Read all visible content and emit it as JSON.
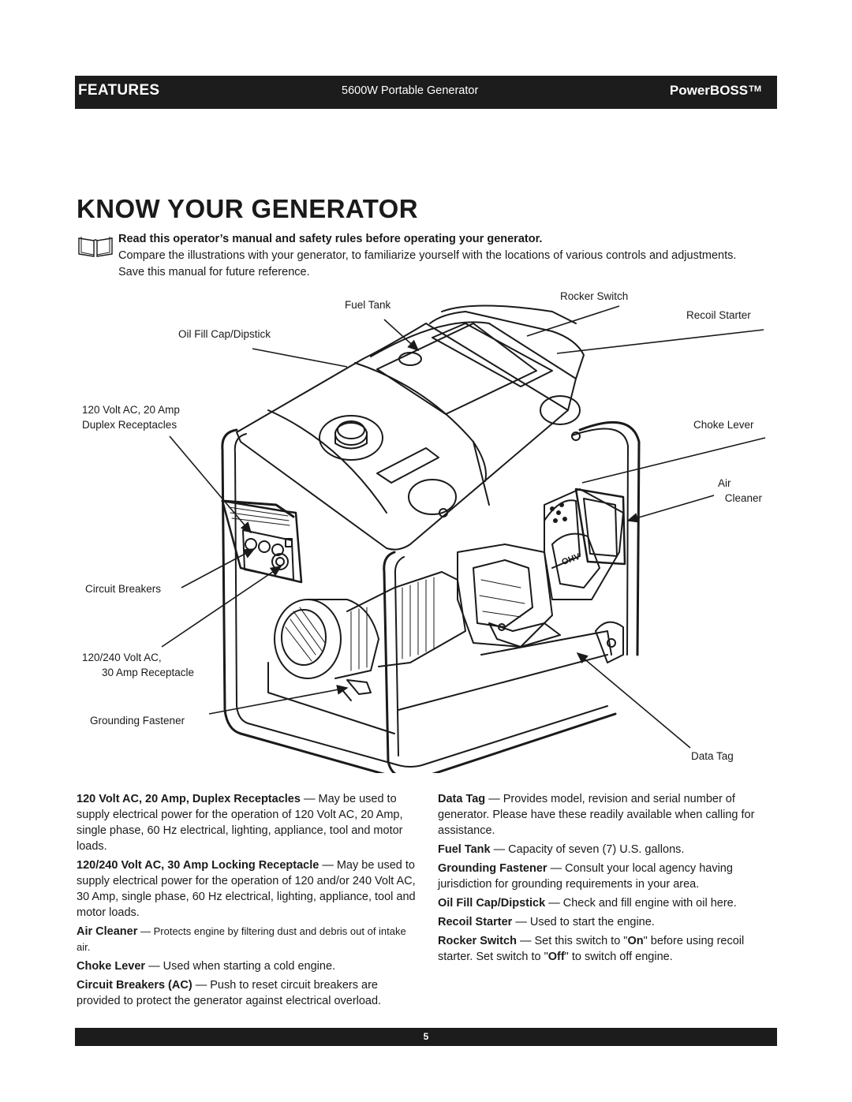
{
  "header": {
    "section": "FEATURES",
    "product": "5600W Portable Generator",
    "brand": "PowerBOSS",
    "trademark": "TM"
  },
  "title": "KNOW YOUR GENERATOR",
  "intro": {
    "bold": "Read this operator’s manual and safety rules before operating your generator.",
    "text": "Compare the illustrations with your generator, to familiarize yourself with the locations of various controls and adjustments. Save this manual for future reference."
  },
  "callouts": {
    "fuel_tank": "Fuel Tank",
    "rocker_switch": "Rocker Switch",
    "recoil_starter": "Recoil Starter",
    "oil_fill": "Oil Fill Cap/Dipstick",
    "duplex_line1": "120 Volt AC, 20 Amp",
    "duplex_line2": "Duplex Receptacles",
    "choke_lever": "Choke Lever",
    "air_line1": "Air",
    "air_line2": "Cleaner",
    "circuit_breakers": "Circuit Breakers",
    "receptacle_line1": "120/240 Volt AC,",
    "receptacle_line2": "30 Amp Receptacle",
    "grounding_fastener": "Grounding Fastener",
    "data_tag": "Data Tag"
  },
  "descriptions_left": [
    {
      "term": "120 Volt AC, 20 Amp, Duplex Receptacles",
      "text": " — May be used to supply electrical power for the operation of 120 Volt AC, 20 Amp, single phase, 60 Hz electrical, lighting, appliance, tool and motor loads."
    },
    {
      "term": "120/240 Volt AC, 30 Amp Locking Receptacle",
      "text": " — May be used to supply electrical power for the operation of 120 and/or 240 Volt AC, 30 Amp, single phase, 60 Hz electrical, lighting, appliance, tool and motor loads."
    },
    {
      "term": "Air Cleaner",
      "text": " — Protects engine by filtering dust and debris out of intake air."
    },
    {
      "term": "Choke Lever",
      "text": " — Used when starting a cold engine."
    },
    {
      "term": "Circuit Breakers (AC)",
      "text": " — Push to reset circuit breakers are provided to protect the generator against electrical overload."
    }
  ],
  "descriptions_right": [
    {
      "term": "Data Tag",
      "text": " — Provides model, revision and serial number of generator. Please have these readily available when calling for assistance."
    },
    {
      "term": "Fuel Tank",
      "text": " — Capacity of seven (7) U.S. gallons."
    },
    {
      "term": "Grounding Fastener",
      "text": " — Consult your local agency having jurisdiction for grounding requirements in your area."
    },
    {
      "term": "Oil Fill Cap/Dipstick",
      "text": " — Check and fill engine with oil here."
    },
    {
      "term": "Recoil Starter",
      "text": " — Used to start the engine."
    }
  ],
  "rocker": {
    "term": "Rocker Switch",
    "text1": " — Set this switch to \"",
    "on": "On",
    "text2": "\" before using recoil starter. Set switch to \"",
    "off": "Off",
    "text3": "\" to switch off engine."
  },
  "footer": {
    "page_number": "5"
  }
}
